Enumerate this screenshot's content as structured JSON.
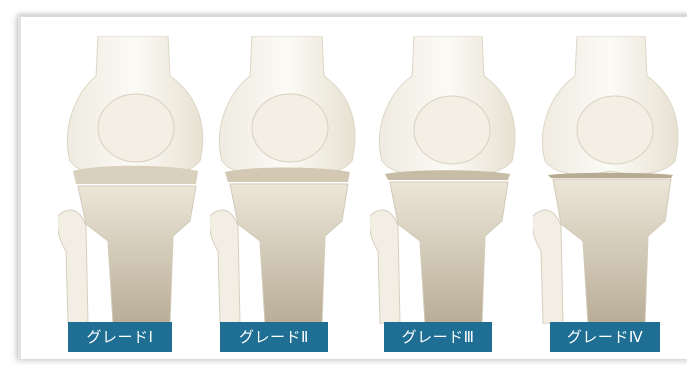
{
  "grades": [
    {
      "label": "グレードⅠ"
    },
    {
      "label": "グレードⅡ"
    },
    {
      "label": "グレードⅢ"
    },
    {
      "label": "グレードⅣ"
    }
  ],
  "colors": {
    "label_background": "#1f6f95",
    "label_text": "#ffffff",
    "bone_light": "#f7f4ea",
    "bone_shadow": "#d6cebb",
    "cartilage_gap": "#cfc7b4"
  },
  "icons": [
    "knee-joint-illustration"
  ]
}
